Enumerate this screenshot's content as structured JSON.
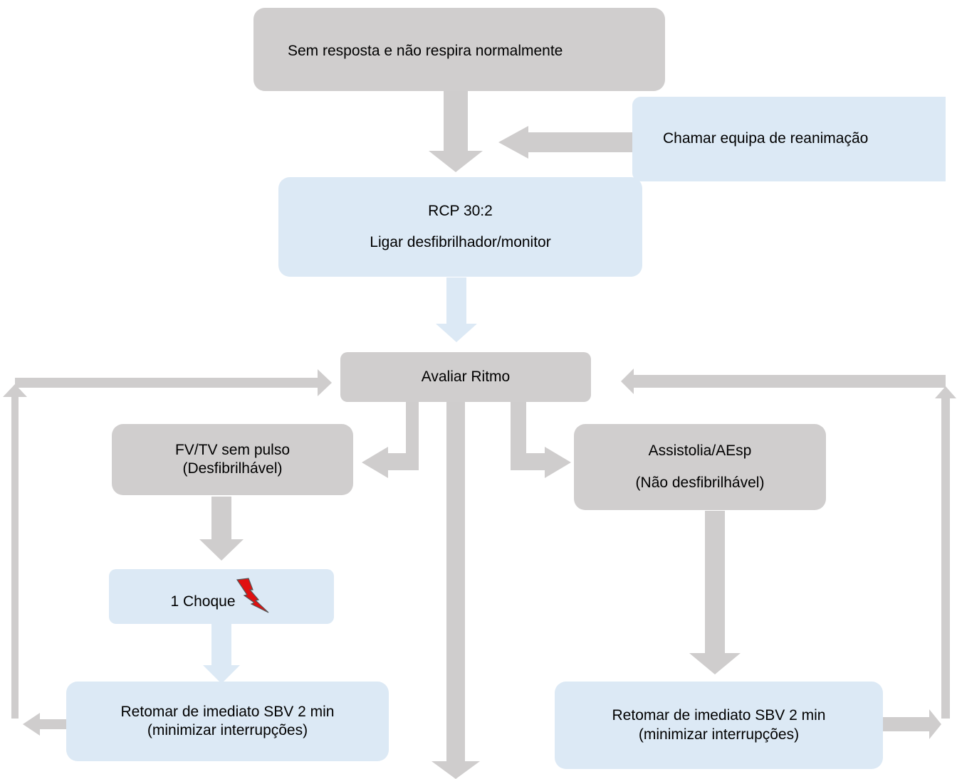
{
  "colors": {
    "gray_box": "#d0cece",
    "blue_box": "#dce9f5",
    "gray_arrow": "#cfcdcd",
    "blue_arrow": "#dce9f5",
    "shock_icon": "#e01010"
  },
  "nodes": {
    "start": {
      "text": "Sem resposta e não respira normalmente"
    },
    "call_team": {
      "text": "Chamar equipa de reanimação"
    },
    "cpr": {
      "line1": "RCP 30:2",
      "line2": "Ligar desfibrilhador/monitor"
    },
    "assess": {
      "text": "Avaliar Ritmo"
    },
    "shockable": {
      "line1": "FV/TV sem pulso",
      "line2": "(Desfibrilhável)"
    },
    "shock": {
      "text": "1 Choque",
      "icon": "lightning-bolt-icon"
    },
    "resume_left": {
      "line1": "Retomar de imediato SBV 2 min",
      "line2": "(minimizar interrupções)"
    },
    "nonshockable": {
      "line1": "Assistolia/AEsp",
      "line2": "(Não desfibrilhável)"
    },
    "resume_right": {
      "line1": "Retomar de imediato SBV 2 min",
      "line2": "(minimizar interrupções)"
    }
  }
}
